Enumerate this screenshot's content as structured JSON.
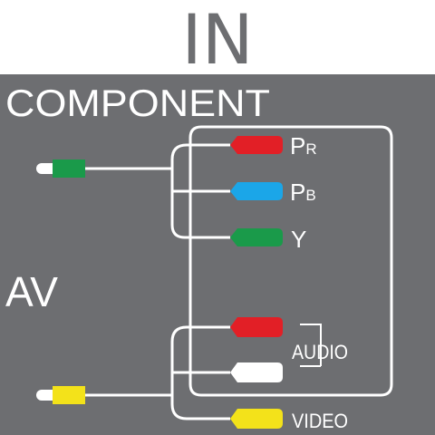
{
  "header": {
    "title": "IN"
  },
  "sections": {
    "component": "COMPONENT",
    "av": "AV"
  },
  "connectors": {
    "pr": {
      "prefix": "P",
      "sub": "R",
      "color": "#e21f26"
    },
    "pb": {
      "prefix": "P",
      "sub": "B",
      "color": "#1ba6e8"
    },
    "y": {
      "label": "Y",
      "color": "#1a9a4a"
    },
    "audio_red": {
      "color": "#e21f26"
    },
    "audio_white": {
      "color": "#ffffff"
    },
    "audio": {
      "label": "AUDIO"
    },
    "video": {
      "label": "VIDEO",
      "color": "#f3e21a"
    }
  },
  "cables": {
    "component_plug": {
      "color": "#1a9a4a"
    },
    "av_plug": {
      "color": "#f3e21a"
    }
  },
  "colors": {
    "panel": "#6d6e71",
    "header_bg": "#ffffff",
    "line": "#ffffff"
  }
}
